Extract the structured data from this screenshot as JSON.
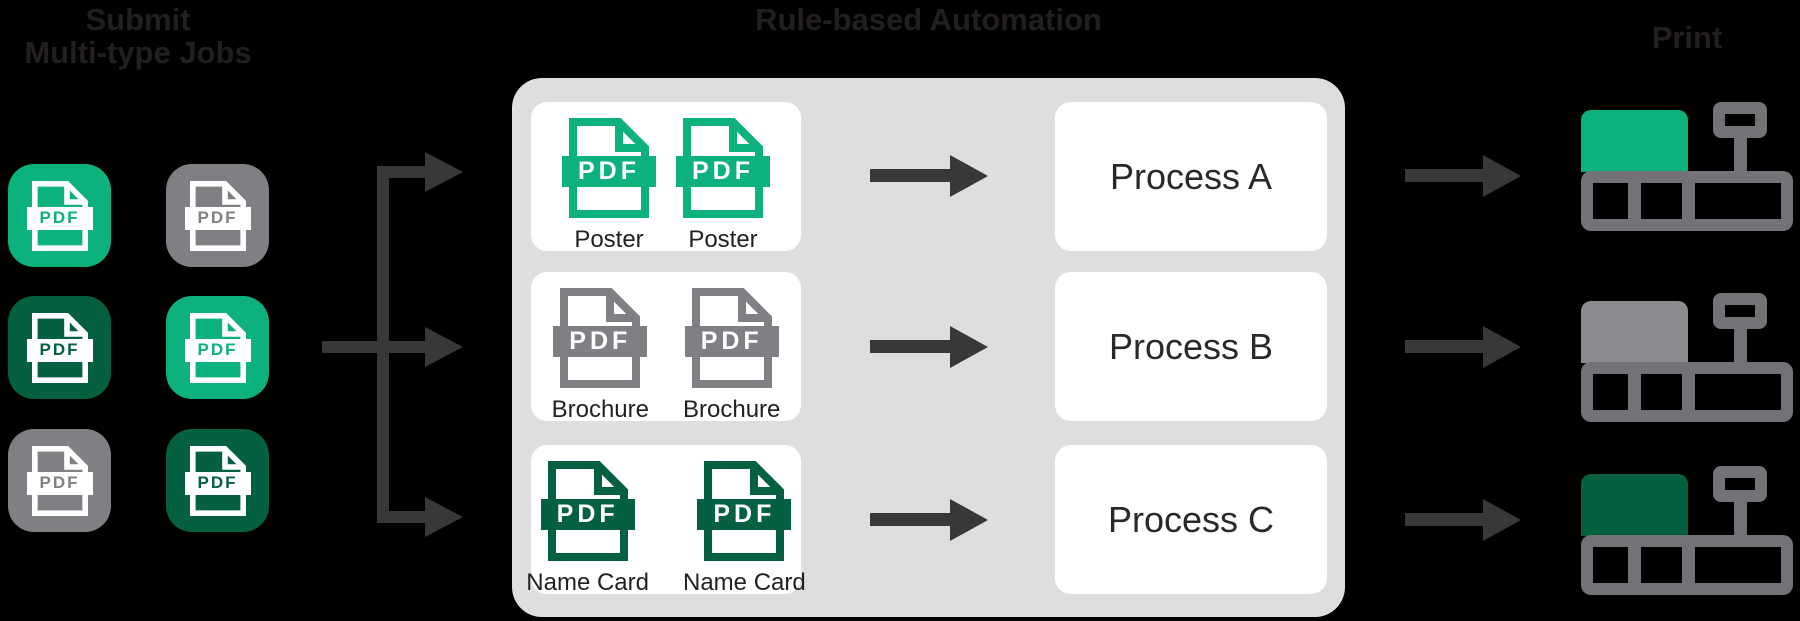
{
  "titles": {
    "submit_line1": "Submit",
    "submit_line2": "Multi-type Jobs",
    "automation": "Rule-based Automation",
    "print": "Print"
  },
  "colors": {
    "background": "#000000",
    "bright_green": "#0CB17E",
    "dark_green": "#05603F",
    "gray": "#7E8083",
    "panel_light_gray": "#DEDEDF",
    "card_white": "#FFFFFF",
    "arrow_dark": "#39373A",
    "printer_outline": "#717376",
    "printer_gray_block": "#8A8C8F",
    "title_text": "#231F20"
  },
  "pdf_badge": "PDF",
  "submit_jobs": {
    "icons": [
      {
        "row": 1,
        "col": 1,
        "color": "bright_green"
      },
      {
        "row": 1,
        "col": 2,
        "color": "gray"
      },
      {
        "row": 2,
        "col": 1,
        "color": "dark_green"
      },
      {
        "row": 2,
        "col": 2,
        "color": "bright_green"
      },
      {
        "row": 3,
        "col": 1,
        "color": "gray"
      },
      {
        "row": 3,
        "col": 2,
        "color": "dark_green"
      }
    ]
  },
  "automation": {
    "groups": [
      {
        "color": "bright_green",
        "files": [
          {
            "label": "Poster"
          },
          {
            "label": "Poster"
          }
        ]
      },
      {
        "color": "gray",
        "files": [
          {
            "label": "Brochure"
          },
          {
            "label": "Brochure"
          }
        ]
      },
      {
        "color": "dark_green",
        "files": [
          {
            "label": "Name Card"
          },
          {
            "label": "Name Card"
          }
        ]
      }
    ],
    "processes": [
      {
        "label": "Process A"
      },
      {
        "label": "Process B"
      },
      {
        "label": "Process C"
      }
    ]
  },
  "printers": [
    {
      "block_color": "bright_green"
    },
    {
      "block_color": "gray"
    },
    {
      "block_color": "dark_green"
    }
  ]
}
